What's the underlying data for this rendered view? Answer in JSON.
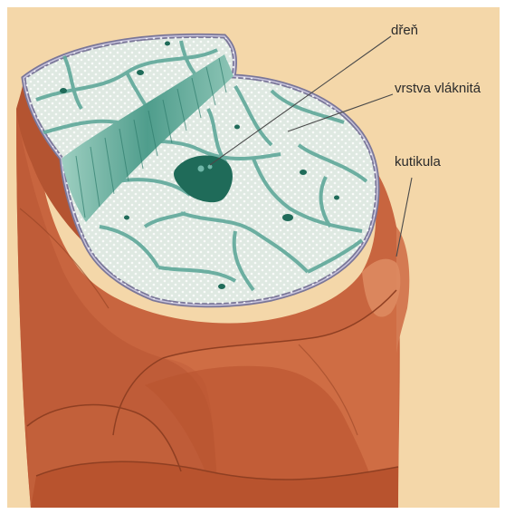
{
  "labels": {
    "dren": "dřeň",
    "vrstva": "vrstva vláknitá",
    "kutikula": "kutikula"
  },
  "colors": {
    "paper": "#f3d4a5",
    "cuticle": "#c8653f",
    "cuticle_dark": "#a74d2e",
    "cuticle_light": "#d67a50",
    "cortex_bg": "#dfe9e2",
    "cortex_lines": "#5fa89a",
    "medulla": "#1f6b59",
    "rim": "#7a7698",
    "leader_line": "#4a4a4a"
  }
}
